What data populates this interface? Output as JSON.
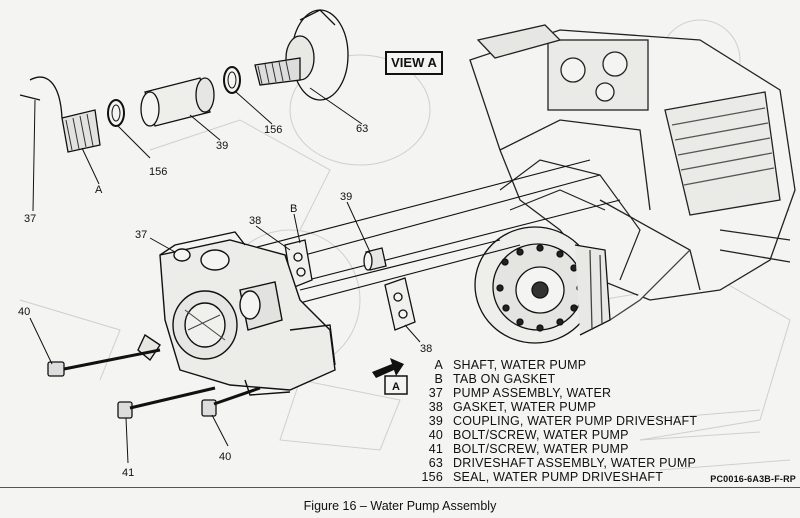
{
  "view_label": "VIEW A",
  "view_marker": "A",
  "callouts": {
    "a": "A",
    "b": "B",
    "n37_top": "37",
    "n37_left": "37",
    "n38_gasket_top": "38",
    "n38_gasket_bottom": "38",
    "n39_coupling": "39",
    "n39_top": "39",
    "n40_left": "40",
    "n40_bottom": "40",
    "n41": "41",
    "n63": "63",
    "n156_left": "156",
    "n156_top": "156"
  },
  "legend": [
    {
      "key": "A",
      "text": "SHAFT, WATER PUMP"
    },
    {
      "key": "B",
      "text": "TAB ON GASKET"
    },
    {
      "key": "37",
      "text": "PUMP ASSEMBLY, WATER"
    },
    {
      "key": "38",
      "text": "GASKET, WATER PUMP"
    },
    {
      "key": "39",
      "text": "COUPLING, WATER PUMP DRIVESHAFT"
    },
    {
      "key": "40",
      "text": "BOLT/SCREW, WATER PUMP"
    },
    {
      "key": "41",
      "text": "BOLT/SCREW, WATER PUMP"
    },
    {
      "key": "63",
      "text": "DRIVESHAFT ASSEMBLY, WATER PUMP"
    },
    {
      "key": "156",
      "text": "SEAL, WATER PUMP DRIVESHAFT"
    }
  ],
  "figure_code": "PC0016-6A3B-F-RP",
  "caption": "Figure 16 – Water Pump Assembly"
}
